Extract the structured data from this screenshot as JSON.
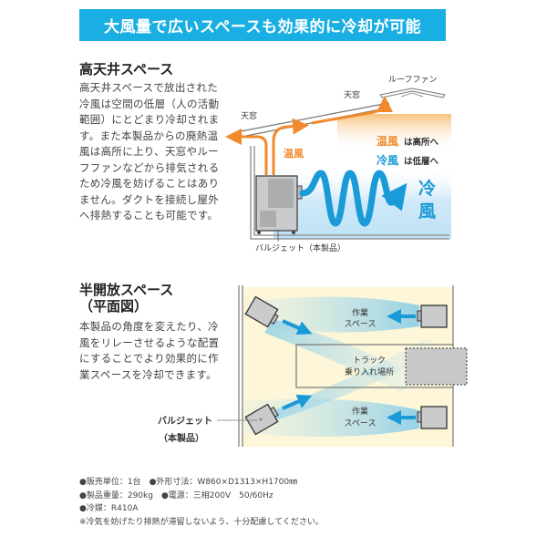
{
  "banner": {
    "title": "大風量で広いスペースも効果的に冷却が可能"
  },
  "section1": {
    "heading": "高天井スペース",
    "body": "高天井スペースで放出された冷風は空間の低層（人の活動範囲）にとどまり冷却されます。また本製品からの廃熱温風は高所に上り、天窓やルーフファンなどから排気されるため冷風を妨げることはありません。ダクトを接続し屋外へ排熱することも可能です。",
    "diagram": {
      "skylight_left": "天窓",
      "skylight_right": "天窓",
      "roof_fan": "ルーフファン",
      "warm_air": "温風",
      "warm_legend_key": "温風",
      "warm_legend_text": "は高所へ",
      "cool_legend_key": "冷風",
      "cool_legend_text": "は低層へ",
      "cool_big_1": "冷",
      "cool_big_2": "風",
      "unit_caption": "バルジェット（本製品）"
    }
  },
  "section2": {
    "heading_1": "半開放スペース",
    "heading_2": "（平面図）",
    "body": "本製品の角度を変えたり、冷風をリレーさせるような配置にすることでより効果的に作業スペースを冷却できます。",
    "unit_caption_1": "バルジェット",
    "unit_caption_2": "（本製品）",
    "diagram": {
      "work_top_1": "作業",
      "work_top_2": "スペース",
      "truck_1": "トラック",
      "truck_2": "乗り入れ場所",
      "work_bottom_1": "作業",
      "work_bottom_2": "スペース"
    }
  },
  "specs": [
    "●販売単位：1台　●外形寸法：W860×D1313×H1700㎜",
    "●製品重量：290kg　●電源：三相200V　50/60Hz",
    "●冷媒：R410A",
    "※冷気を妨げたり排熱が滞留しないよう、十分配慮してください。"
  ],
  "colors": {
    "accent": "#19afe2",
    "warm": "#f08a2c",
    "cool": "#1a9ad6"
  }
}
